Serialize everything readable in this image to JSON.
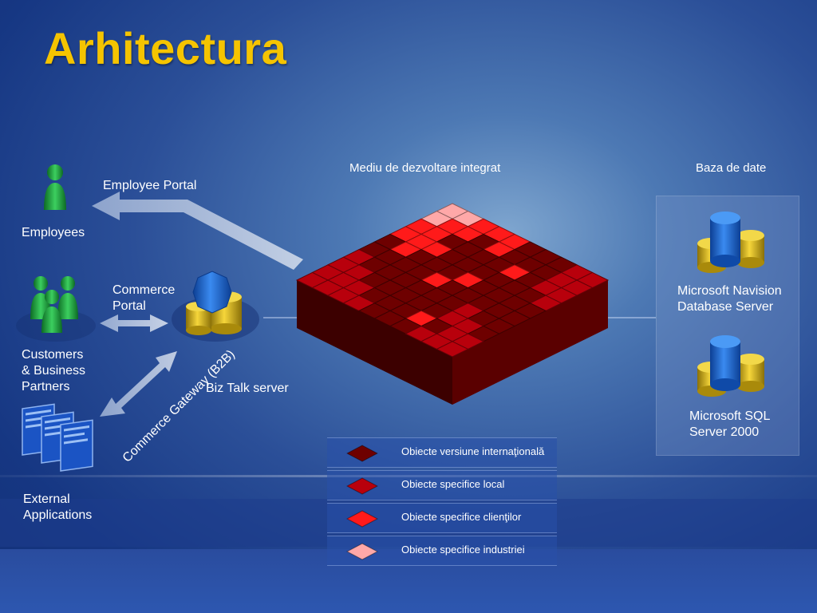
{
  "title": "Arhitectura",
  "labels": {
    "employee_portal": "Employee Portal",
    "employees": "Employees",
    "commerce_portal": "Commerce\nPortal",
    "customers": "Customers\n& Business\nPartners",
    "biztalk": "Biz Talk server",
    "gateway": "Commerce\nGateway (B2B)",
    "external": "External\nApplications",
    "ide": "Mediu de dezvoltare integrat",
    "db_header": "Baza de date",
    "navision": "Microsoft Navision\nDatabase Server",
    "sql": "Microsoft SQL\nServer 2000"
  },
  "legend": [
    {
      "label": "Obiecte versiune internaţională",
      "color": "#6e0000"
    },
    {
      "label": "Obiecte specifice local",
      "color": "#b8000c"
    },
    {
      "label": "Obiecte specifice clienţilor",
      "color": "#ff1a1a"
    },
    {
      "label": "Obiecte specifice industriei",
      "color": "#ffa8a8"
    }
  ],
  "colors": {
    "title": "#f5c400",
    "person": "#1f9a3a",
    "db_blue": "#1e63c8",
    "db_gold": "#e8c21a"
  },
  "icons": [
    "person-icon",
    "group-icon",
    "application-window-icon",
    "server-icon",
    "database-icon"
  ]
}
